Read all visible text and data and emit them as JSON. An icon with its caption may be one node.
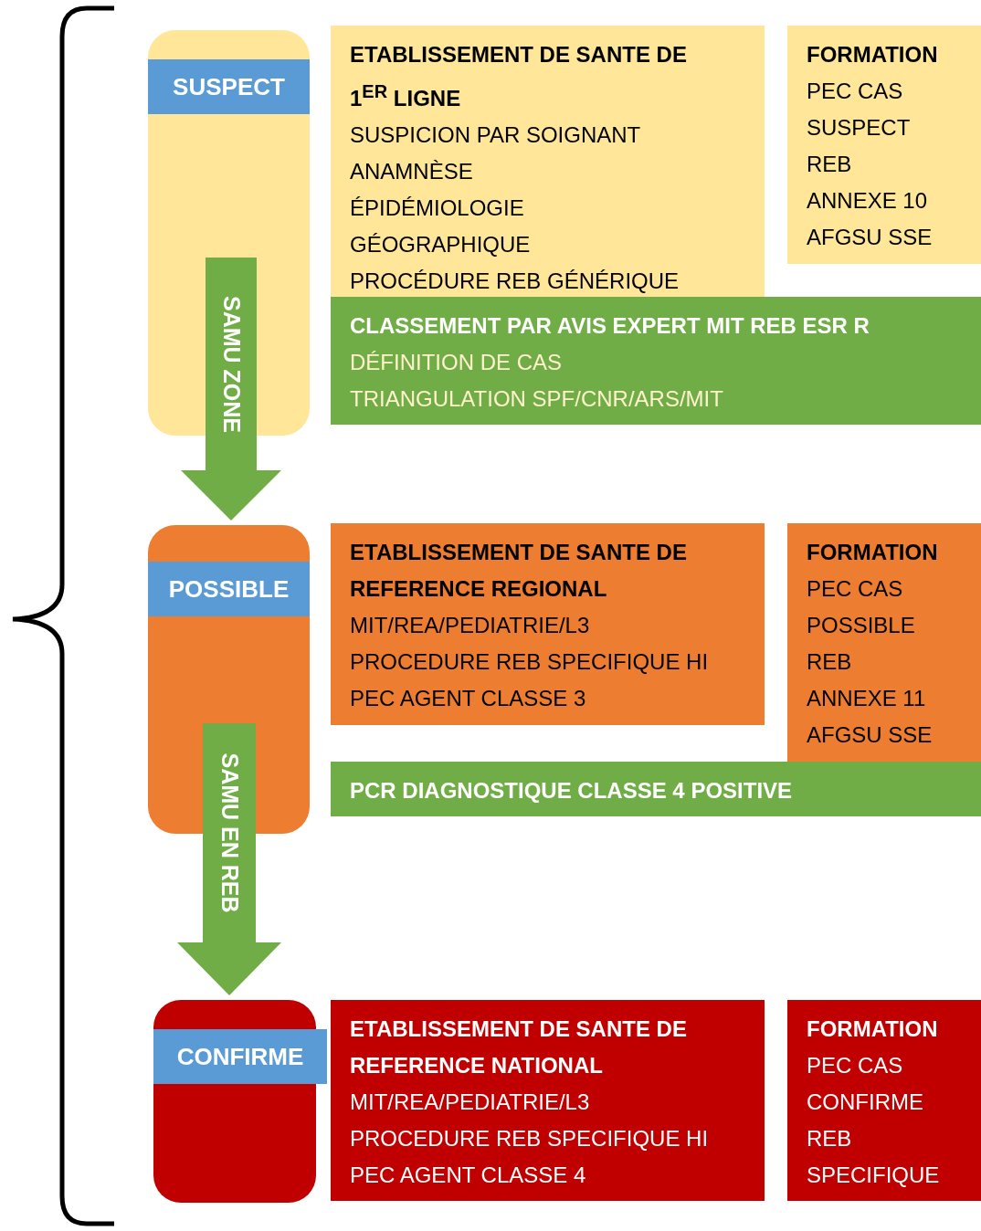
{
  "diagram": {
    "nodes": [
      {
        "text": [
          "SUSPECT"
        ]
      },
      {
        "text": [
          "ETABLISSEMENT DE SANTE DE",
          "1$^{ER}$ LIGNE",
          "SUSPICION PAR SOIGNANT",
          "ANAMNÈSE",
          "ÉPIDÉMIOLOGIE",
          "GÉOGRAPHIQUE",
          "PROCÉDURE REB GÉNÉRIQUE"
        ]
      },
      {
        "text": [
          "FORMATION",
          "PEC CAS",
          "SUSPECT",
          "REB",
          "ANNEXE  10",
          "AFGSU SSE"
        ]
      },
      {
        "text": [
          "CLASSEMENT PAR AVIS EXPERT MIT REB ESR R",
          "DÉFINITION DE CAS",
          "TRIANGULATION SPF/CNR/ARS/MIT"
        ]
      },
      {
        "text": [
          "POSSIBLE"
        ]
      },
      {
        "text": [
          "ETABLISSEMENT DE SANTE DE",
          "REFERENCE REGIONAL",
          "MIT/REA/PEDIATRIE/L3",
          "PROCEDURE REB SPECIFIQUE HI",
          "PEC AGENT CLASSE 3"
        ]
      },
      {
        "text": [
          "FORMATION",
          "PEC CAS",
          "POSSIBLE",
          "REB",
          "ANNEXE  11",
          "AFGSU SSE"
        ]
      },
      {
        "text": [
          "PCR DIAGNOSTIQUE CLASSE 4 POSITIVE"
        ]
      },
      {
        "text": [
          "CONFIRME"
        ]
      },
      {
        "text": [
          "ETABLISSEMENT DE SANTE DE",
          "REFERENCE NATIONAL",
          "MIT/REA/PEDIATRIE/L3",
          "PROCEDURE REB SPECIFIQUE HI",
          "PEC AGENT CLASSE 4"
        ]
      },
      {
        "text": [
          "FORMATION",
          "PEC CAS",
          "CONFIRME",
          "REB",
          "SPECIFIQUE"
        ]
      }
    ],
    "edges": [
      {
        "from": 0,
        "to": 4,
        "arrow": "to",
        "label": "SAMU ZONE",
        "style": "thick"
      },
      {
        "from": 4,
        "to": 8,
        "arrow": "to",
        "label": "SAMU EN REB",
        "style": "thick"
      }
    ]
  }
}
